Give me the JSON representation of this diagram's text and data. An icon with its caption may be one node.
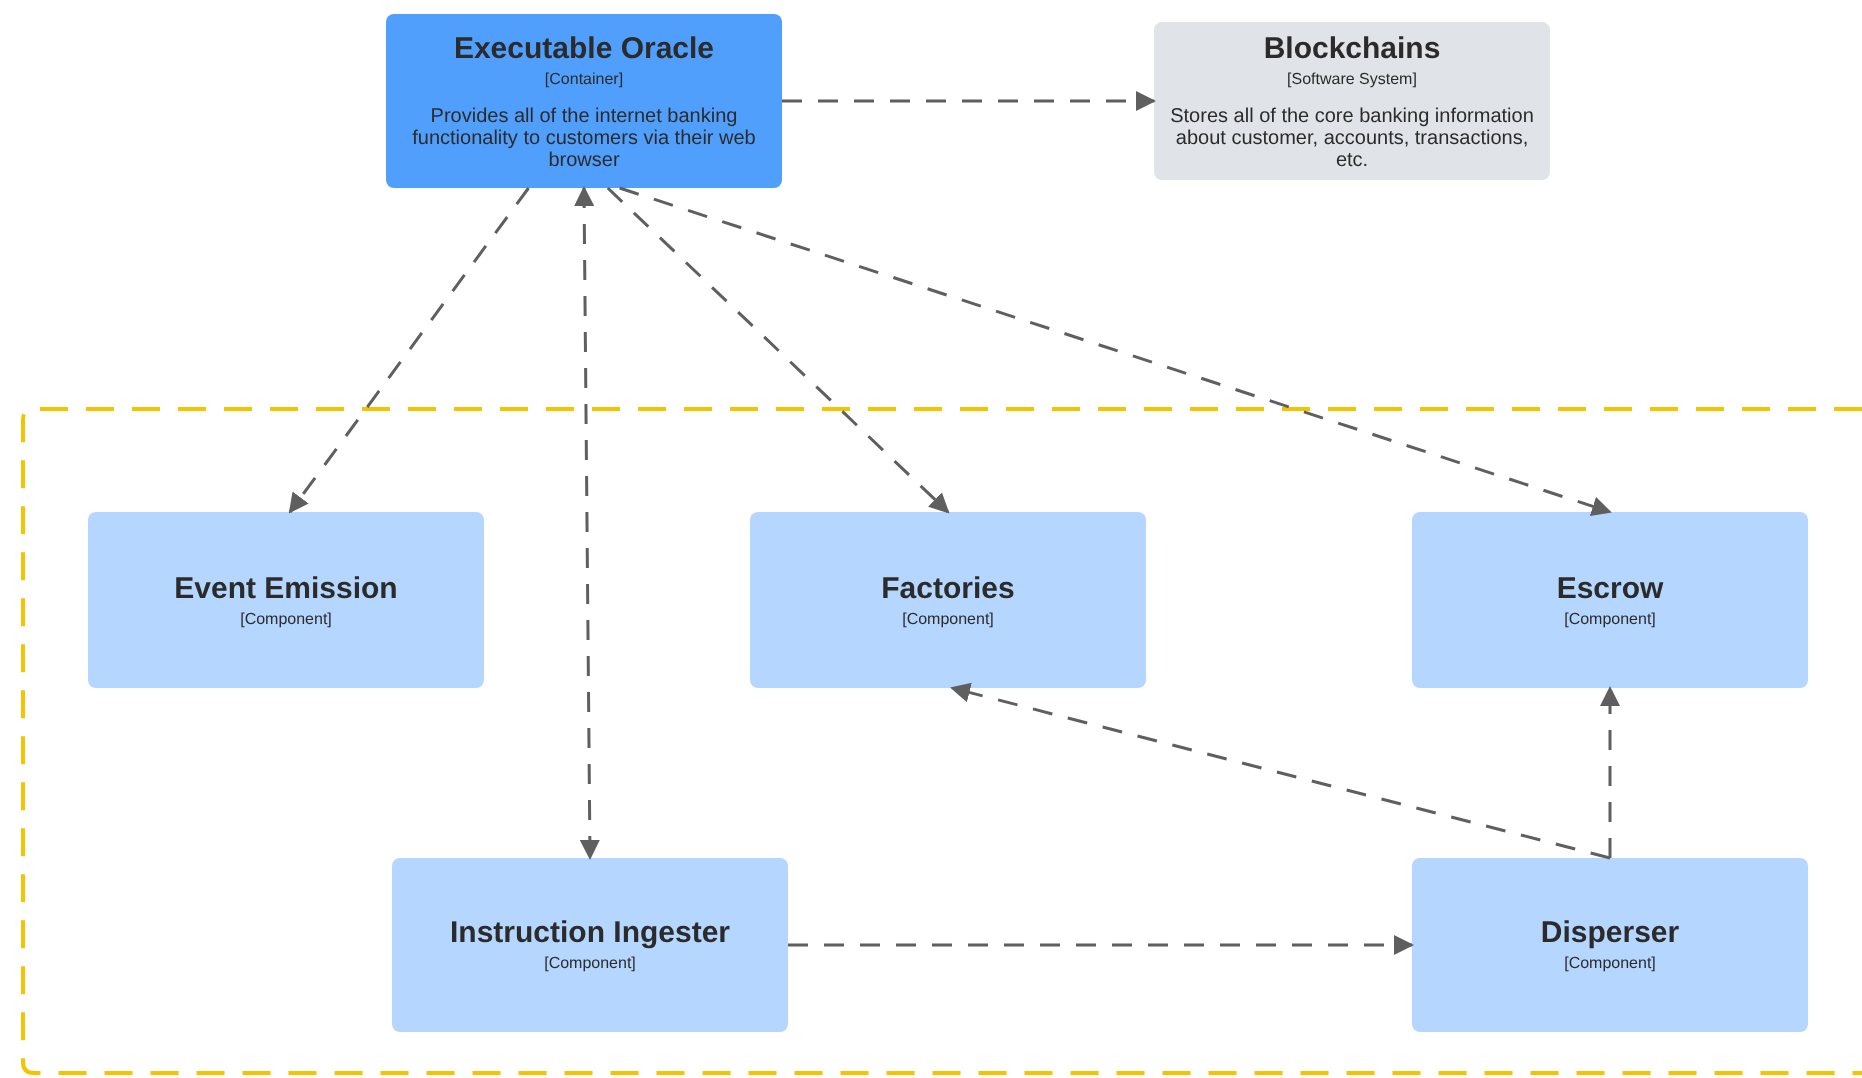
{
  "diagram": {
    "nodes": [
      {
        "text": [
          "Executable Oracle",
          "[Container]",
          "Provides all of the internet banking functionality to customers via their web browser"
        ]
      },
      {
        "text": [
          "Blockchains",
          "[Software System]",
          "Stores all of the core banking information about customer, accounts, transactions, etc."
        ]
      },
      {
        "text": [],
        "shape": "box"
      },
      {
        "text": [
          "Event Emission",
          "[Component]"
        ],
        "in": 2
      },
      {
        "text": [
          "Factories",
          "[Component]"
        ],
        "in": 2
      },
      {
        "text": [
          "Escrow",
          "[Component]"
        ],
        "in": 2
      },
      {
        "text": [
          "Instruction Ingester",
          "[Component]"
        ],
        "in": 2
      },
      {
        "text": [
          "Disperser",
          "[Component]"
        ],
        "in": 2
      }
    ],
    "edges": [
      {
        "from": 0,
        "to": 1,
        "arrow": "to",
        "style": "dashed"
      },
      {
        "from": 0,
        "to": 3,
        "arrow": "to",
        "style": "dashed"
      },
      {
        "from": 0,
        "to": 6,
        "arrow": "both",
        "style": "dashed"
      },
      {
        "from": 0,
        "to": 4,
        "arrow": "to",
        "style": "dashed"
      },
      {
        "from": 0,
        "to": 5,
        "arrow": "to",
        "style": "dashed"
      },
      {
        "from": 7,
        "to": 4,
        "arrow": "to",
        "style": "dashed"
      },
      {
        "from": 7,
        "to": 5,
        "arrow": "to",
        "style": "dashed"
      },
      {
        "from": 6,
        "to": 7,
        "arrow": "to",
        "style": "dashed"
      }
    ]
  }
}
